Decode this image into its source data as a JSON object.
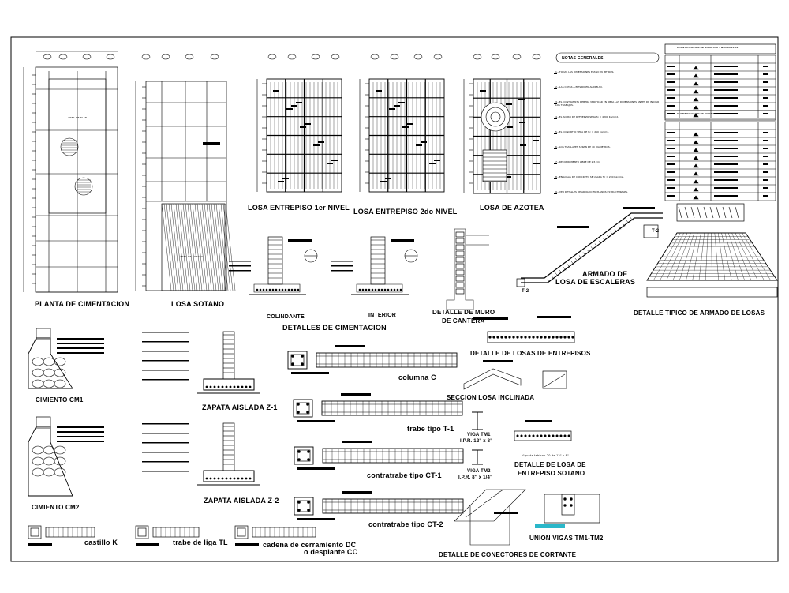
{
  "colors": {
    "ink": "#000000",
    "background": "#ffffff",
    "accent_cyan": "#2ab7c9"
  },
  "plans": {
    "cimentacion": "PLANTA DE CIMENTACION",
    "sotano": "LOSA SOTANO",
    "entrepiso1": "LOSA ENTREPISO 1er NIVEL",
    "entrepiso2": "LOSA ENTREPISO 2do NIVEL",
    "azotea": "LOSA DE AZOTEA"
  },
  "plan_notes": {
    "area_plan": "AREA DE PLAN",
    "sotano_area": "AREA DE SOTANO"
  },
  "notas": {
    "title": "NOTAS GENERALES",
    "items": [
      "1.- TODAS LAS DIMENSIONES ESTAN EN METROS.",
      "2.- LAS COTAS A EJES RIGEN AL DIBUJO.",
      "3.- EL CONTRATISTA DEBERA VERIFICAR EN OBRA LAS DIMENSIONES ANTES DE INICIAR LOS TRABAJOS.",
      "4.- EL ACERO DE REFUERZO SERA fy = 4200 Kg/cm2.",
      "5.- EL CONCRETO SERA DE f'c = 250 Kg/cm2.",
      "6.- LOS TRASLAPES SERAN DE 40 DIAMETROS.",
      "7.- RECUBRIMIENTO LIBRE DE 2.5 cm.",
      "8.- EN LOSAS DE CONCRETO SE USARA f'c = 200 Kg/cm2.",
      "9.- VER DETALLES DE ARMADO EN PLANOS ESTRUCTURALES."
    ]
  },
  "quantities": {
    "title1": "CUANTIFICACION DE VIGUETAS Y BOVEDILLAS",
    "title2": "CUANTIFICACION DE VIGUETAS Y BOVEDILLAS"
  },
  "foundation": {
    "title": "DETALLES DE CIMENTACION",
    "colindante": "COLINDANTE",
    "interior": "INTERIOR",
    "muro_label": "DETALLE DE MURO",
    "muro_label2": "DE CANTERA"
  },
  "stair": {
    "line1": "ARMADO DE",
    "line2": "LOSA  DE  ESCALERAS",
    "t2a": "T-2",
    "t2b": "T-2"
  },
  "slabs": {
    "tipico": "DETALLE TIPICO DE ARMADO DE LOSAS",
    "entrepisos": "DETALLE DE LOSAS DE ENTREPISOS",
    "inclinada": "SECCION LOSA INCLINADA",
    "sotano1": "DETALLE DE LOSA DE",
    "sotano2": "ENTREPISO SOTANO",
    "vigueta_note": "Vigueta tabicon 20 de 12\" x 8\""
  },
  "members": {
    "cimiento1": "CIMIENTO CM1",
    "cimiento2": "CIMIENTO CM2",
    "zapata1": "ZAPATA AISLADA Z-1",
    "zapata2": "ZAPATA AISLADA Z-2",
    "columna": "columna C",
    "trabe_t1": "trabe tipo T-1",
    "ct1": "contratrabe tipo CT-1",
    "ct2": "contratrabe tipo CT-2",
    "castillo": "castillo K",
    "trabe_liga": "trabe de liga TL",
    "cadena1": "cadena de cerramiento DC",
    "cadena2": "o desplante CC"
  },
  "steel": {
    "viga1a": "VIGA TM1",
    "viga1b": "I.P.R. 12\" x 8\"",
    "viga2a": "VIGA TM2",
    "viga2b": "I.P.R. 8\" x 1/4\"",
    "conectores": "DETALLE DE CONECTORES DE CORTANTE",
    "union": "UNION VIGAS TM1-TM2"
  }
}
